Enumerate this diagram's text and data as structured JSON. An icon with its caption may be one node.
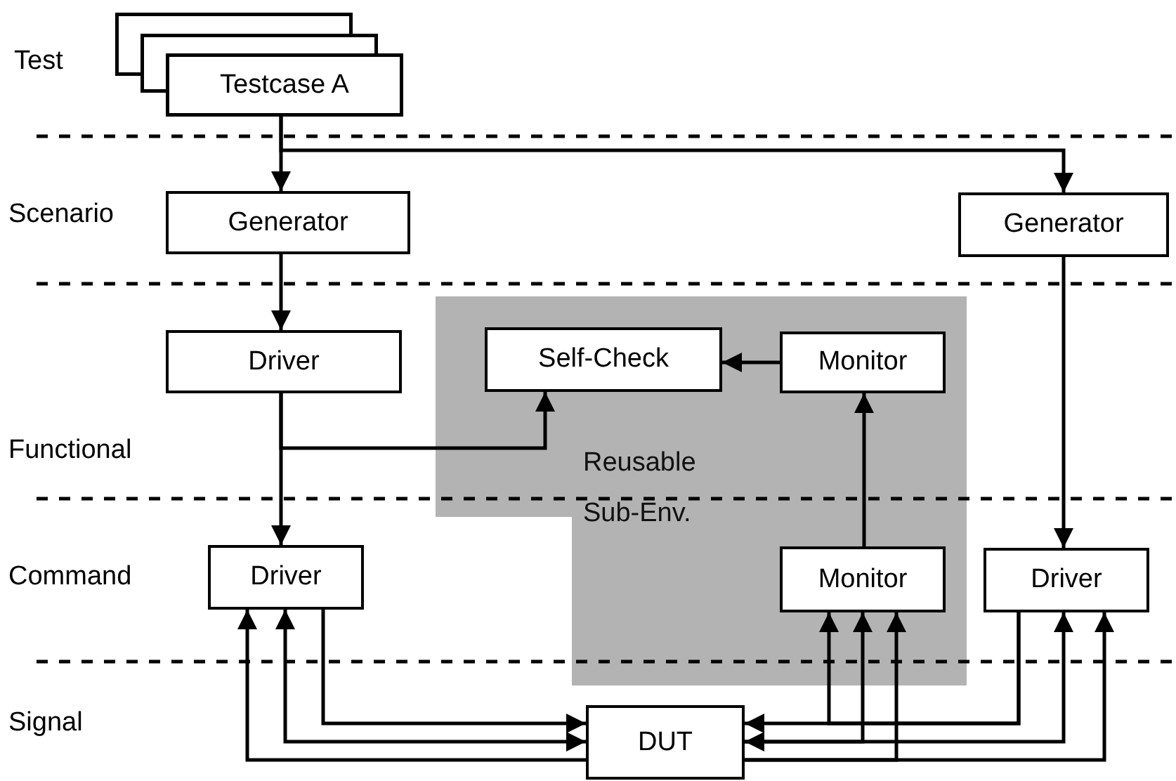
{
  "diagram": {
    "nodes": [
      {
        "text": [
          "Testcase A"
        ]
      },
      {
        "text": [
          "Generator"
        ]
      },
      {
        "text": [
          "Generator"
        ]
      },
      {
        "text": [
          "Driver"
        ]
      },
      {
        "text": [
          "Reusable Sub-Env."
        ]
      },
      {
        "text": [
          "Self-Check"
        ],
        "in": 4
      },
      {
        "text": [
          "Monitor"
        ],
        "in": 4
      },
      {
        "text": [
          "Driver"
        ]
      },
      {
        "text": [
          "Monitor"
        ],
        "in": 4
      },
      {
        "text": [
          "Driver"
        ]
      },
      {
        "text": [
          "DUT"
        ]
      }
    ],
    "edges": [
      {
        "from": 0,
        "to": 1,
        "arrow": "to"
      },
      {
        "from": 0,
        "to": 2,
        "arrow": "to"
      },
      {
        "from": 1,
        "to": 3,
        "arrow": "to"
      },
      {
        "from": 3,
        "to": 7,
        "arrow": "to"
      },
      {
        "from": 3,
        "to": 5,
        "arrow": "to"
      },
      {
        "from": 6,
        "to": 5,
        "arrow": "to"
      },
      {
        "from": 8,
        "to": 6,
        "arrow": "to"
      },
      {
        "from": 2,
        "to": 9,
        "arrow": "to"
      },
      {
        "from": 7,
        "to": 10,
        "arrow": "to"
      },
      {
        "from": 7,
        "to": 10,
        "arrow": "both"
      },
      {
        "from": 10,
        "to": 7,
        "arrow": "to"
      },
      {
        "from": 9,
        "to": 10,
        "arrow": "to"
      },
      {
        "from": 9,
        "to": 8,
        "arrow": "to"
      },
      {
        "from": 10,
        "to": 9,
        "arrow": "both"
      },
      {
        "from": 10,
        "to": 8,
        "arrow": "to"
      },
      {
        "from": 10,
        "to": 9,
        "arrow": "to"
      },
      {
        "from": 10,
        "to": 8,
        "arrow": "to"
      }
    ],
    "labels": [
      "Test",
      "Scenario",
      "Functional",
      "Command",
      "Signal"
    ]
  }
}
